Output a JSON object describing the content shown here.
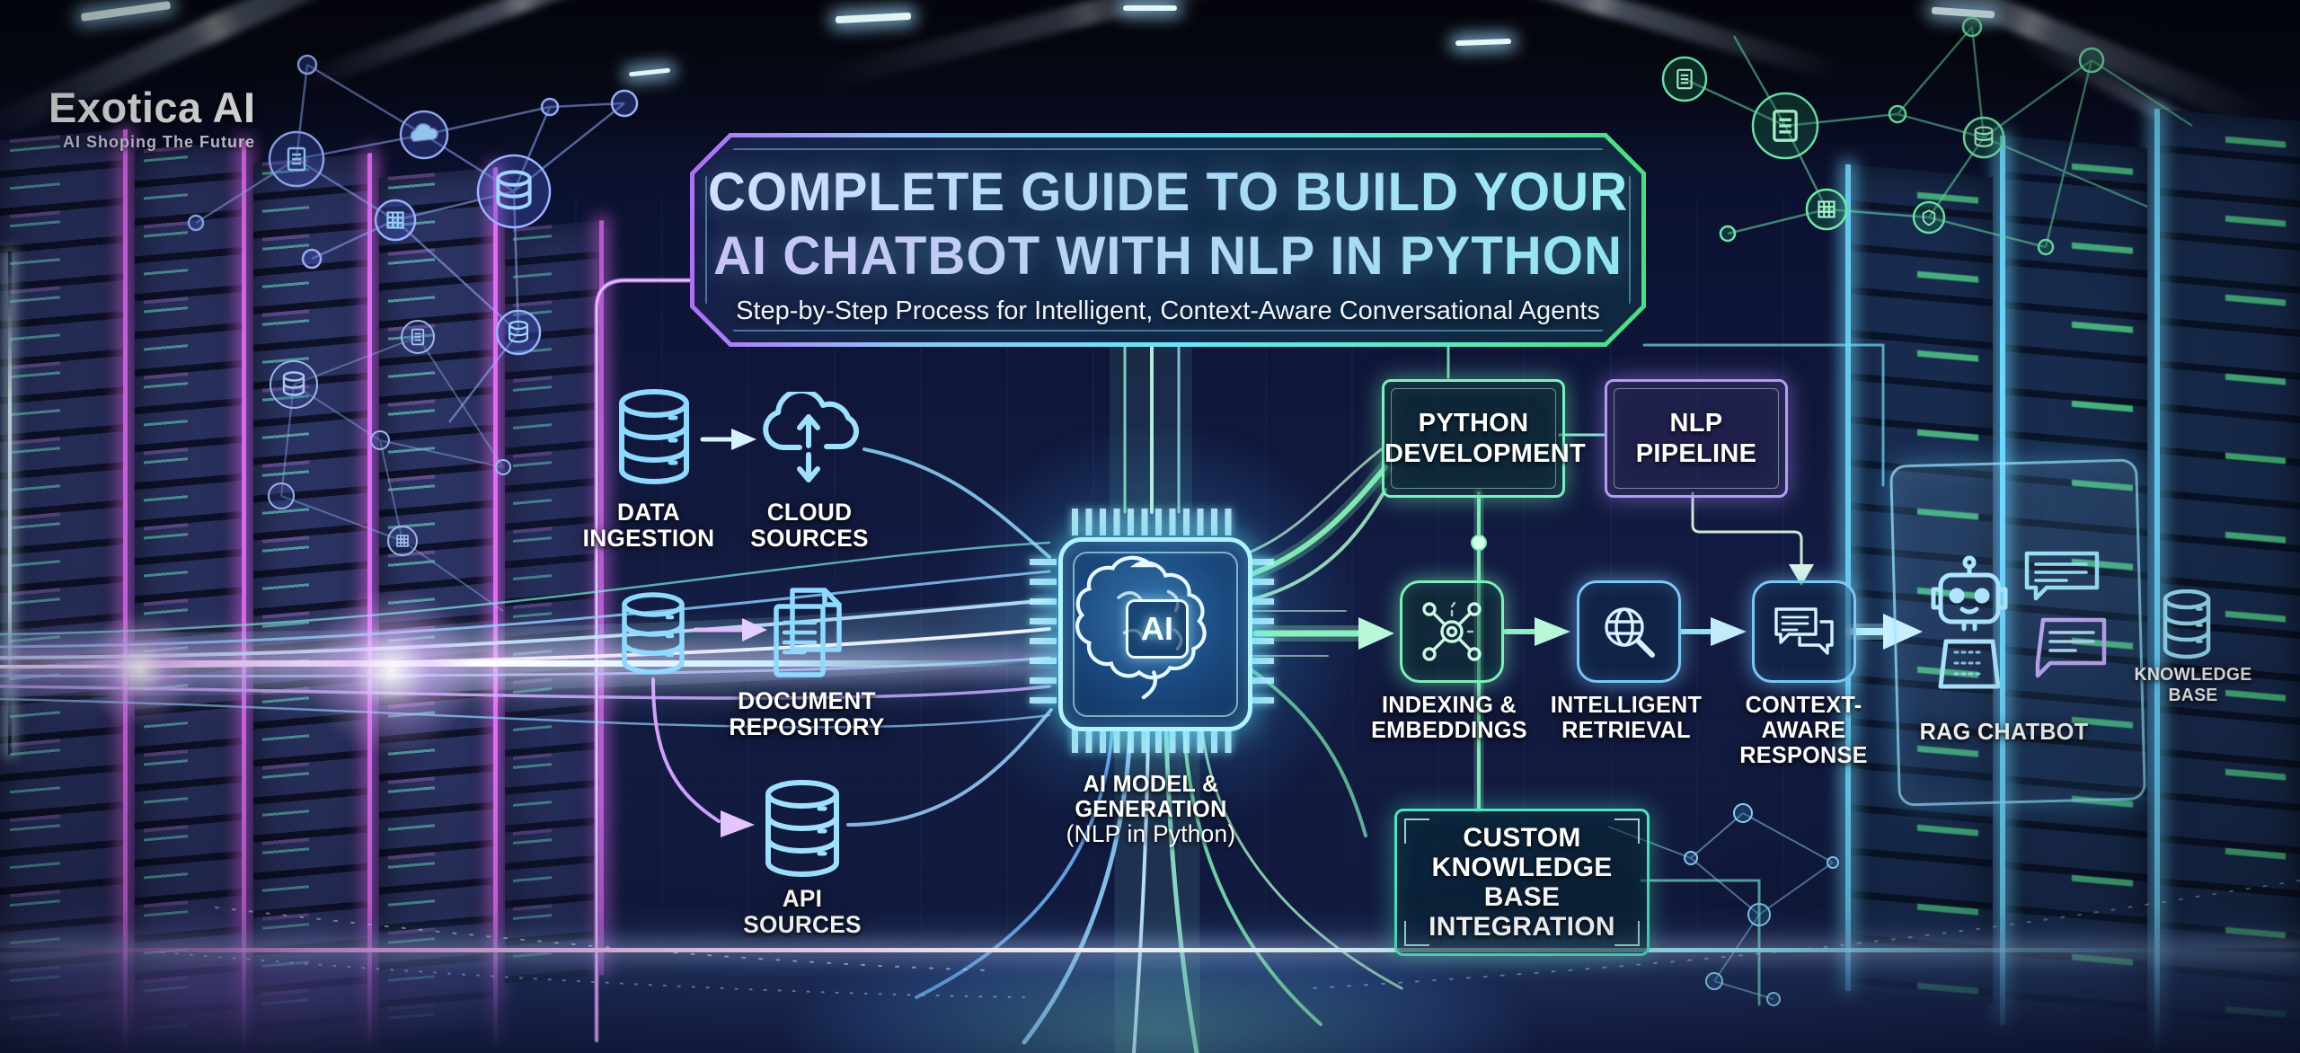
{
  "logo": {
    "name": "Exotica AI",
    "tagline": "AI Shoping The Future"
  },
  "title": {
    "line1": "COMPLETE GUIDE TO BUILD YOUR",
    "line2": "AI CHATBOT WITH NLP IN PYTHON",
    "subtitle": "Step-by-Step Process for Intelligent, Context-Aware Conversational Agents"
  },
  "sources": {
    "data_ingestion": {
      "lines": [
        "DATA",
        "INGESTION"
      ]
    },
    "cloud_sources": {
      "lines": [
        "CLOUD",
        "SOURCES"
      ]
    },
    "document_repository": {
      "lines": [
        "DOCUMENT",
        "REPOSITORY"
      ]
    },
    "api_sources": {
      "lines": [
        "API",
        "SOURCES"
      ]
    }
  },
  "core": {
    "chip_text": "AI",
    "lines": [
      "AI MODEL &",
      "GENERATION",
      "(NLP in Python)"
    ]
  },
  "stages": {
    "python_development": {
      "lines": [
        "PYTHON",
        "DEVELOPMENT"
      ]
    },
    "nlp_pipeline": {
      "lines": [
        "NLP",
        "PIPELINE"
      ]
    },
    "indexing_embeddings": {
      "lines": [
        "INDEXING &",
        "EMBEDDINGS"
      ]
    },
    "intelligent_retrieval": {
      "lines": [
        "INTELLIGENT",
        "RETRIEVAL"
      ]
    },
    "context_aware_response": {
      "lines": [
        "CONTEXT-AWARE",
        "RESPONSE"
      ]
    },
    "rag_chatbot": {
      "label": "RAG CHATBOT"
    },
    "custom_kb_integration": {
      "lines": [
        "CUSTOM",
        "KNOWLEDGE BASE",
        "INTEGRATION"
      ]
    },
    "knowledge_base": {
      "lines": [
        "KNOWLEDGE",
        "BASE"
      ]
    }
  },
  "icons": {
    "names": [
      "database-icon",
      "cloud-sync-icon",
      "documents-icon",
      "ai-chip",
      "brain-icon",
      "network-hub-icon",
      "search-globe-icon",
      "chat-bubbles-icon",
      "robot-icon",
      "chat-bubble-cyan-icon",
      "chat-bubble-purple-icon",
      "knowledge-base-database-icon"
    ]
  },
  "colors": {
    "accent_cyan": "#7ee7ff",
    "accent_green": "#6ef0b4",
    "accent_purple": "#c08bfa",
    "accent_magenta": "#e26bf5",
    "background_navy": "#0b1130"
  }
}
